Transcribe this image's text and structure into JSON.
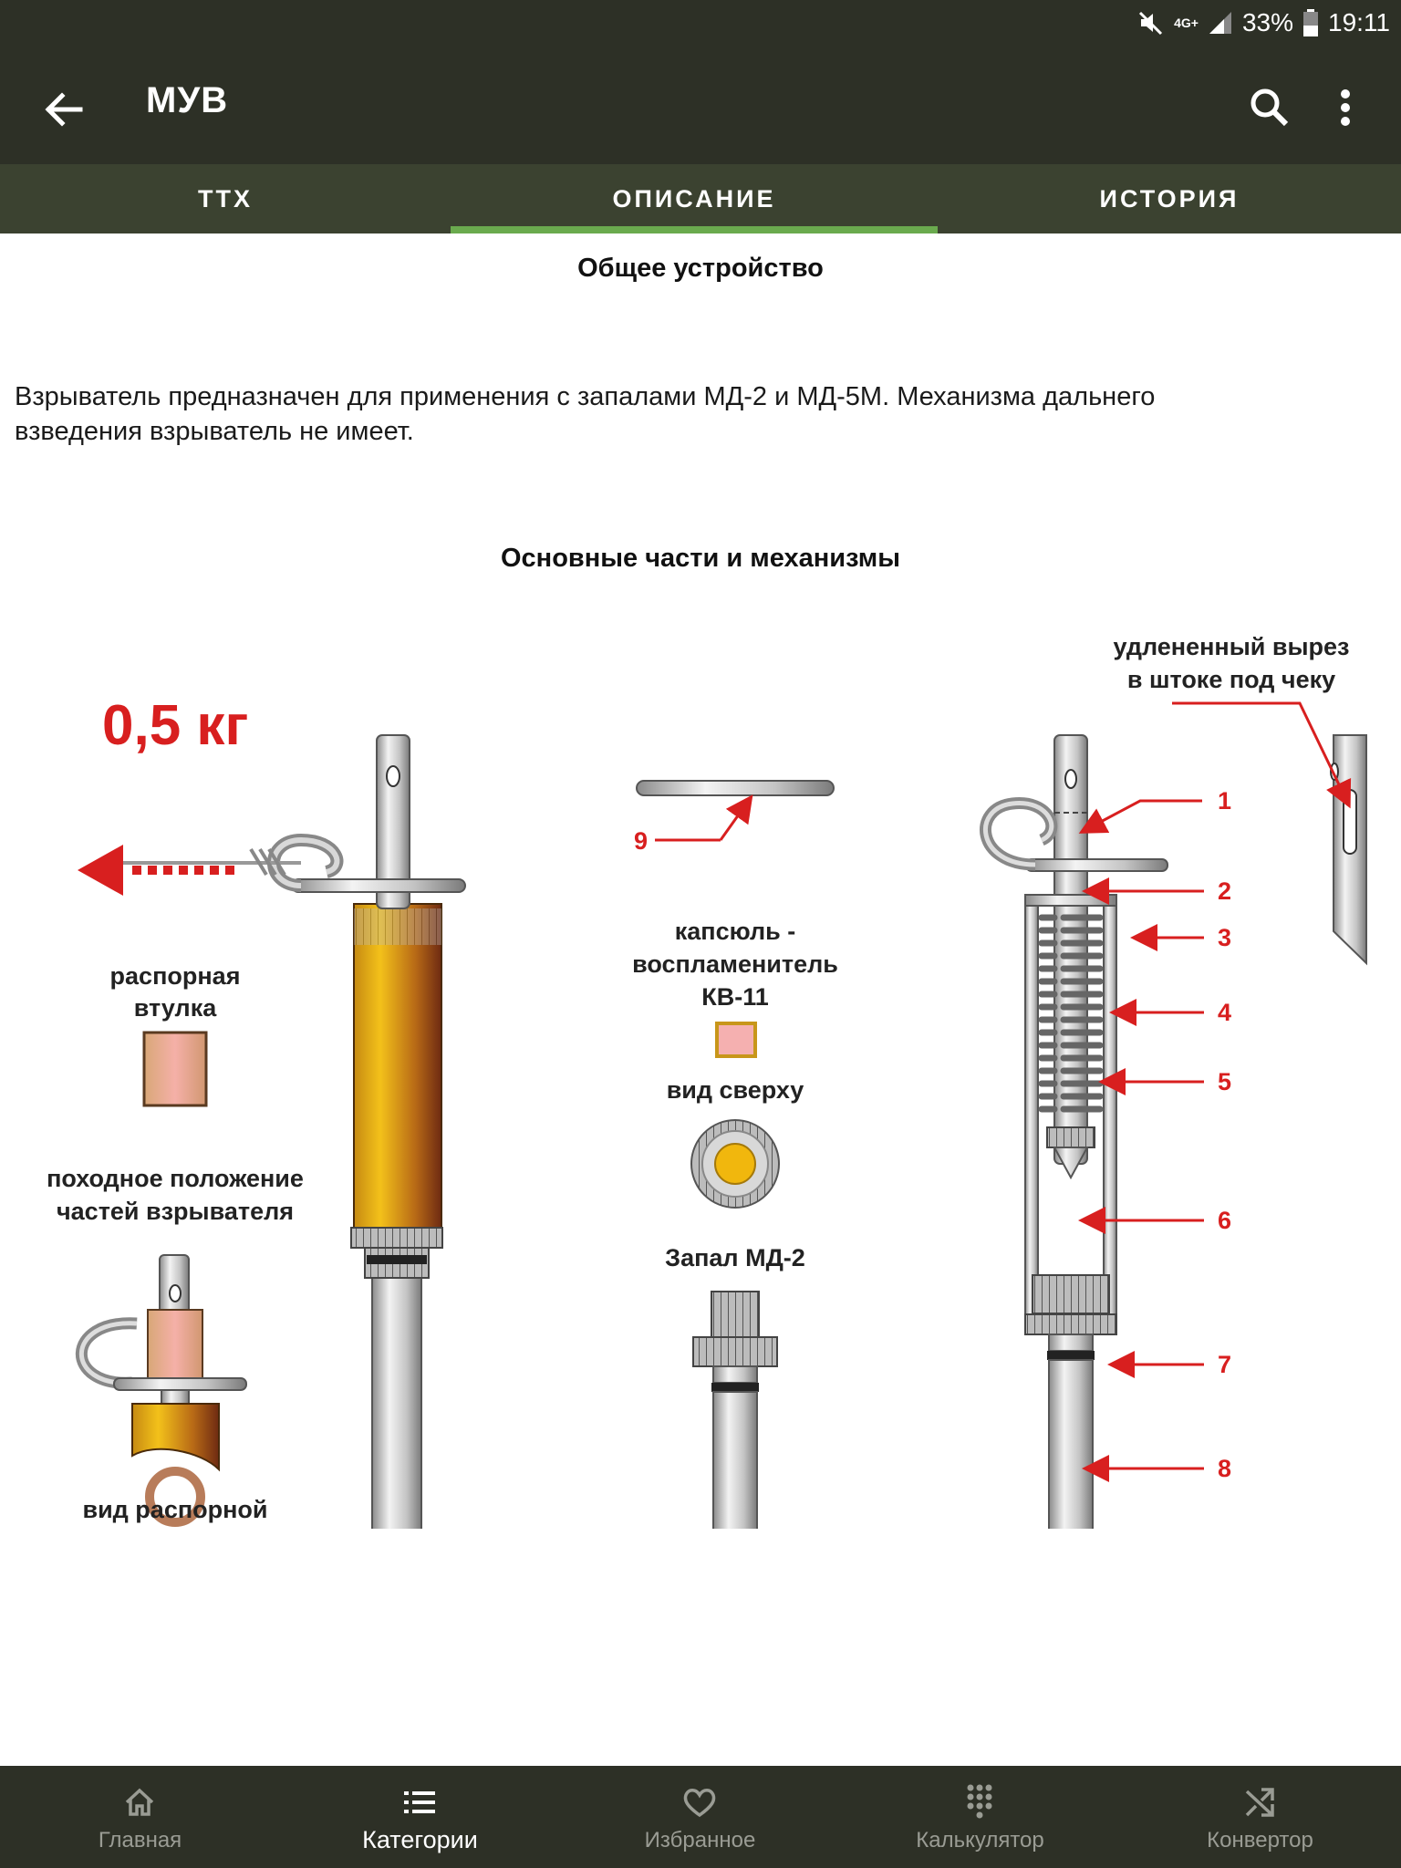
{
  "status": {
    "battery": "33%",
    "time": "19:11",
    "network": "4G+"
  },
  "appbar": {
    "title": "МУВ"
  },
  "tabs": [
    {
      "label": "ТТХ"
    },
    {
      "label": "ОПИСАНИЕ",
      "active": true
    },
    {
      "label": "ИСТОРИЯ"
    }
  ],
  "content": {
    "heading1": "Общее устройство",
    "paragraph_line1": "Взрыватель предназначен для применения с запалами МД-2 и МД-5М. Механизма дальнего",
    "paragraph_line2": "взведения взрыватель не имеет.",
    "heading2": "Основные части и механизмы"
  },
  "figure": {
    "force": "0,5 кг",
    "spacer_label_1": "распорная",
    "spacer_label_2": "втулка",
    "travel_label_1": "походное положение",
    "travel_label_2": "частей взрывателя",
    "spacer_view": "вид распорной",
    "capsule_1": "капсюль -",
    "capsule_2": "воспламенитель",
    "capsule_3": "КВ-11",
    "top_view": "вид сверху",
    "fuse": "Запал МД-2",
    "cutout_1": "удлененный вырез",
    "cutout_2": "в штоке под чеку",
    "num_9": "9",
    "nums": [
      "1",
      "2",
      "3",
      "4",
      "5",
      "6",
      "7",
      "8"
    ]
  },
  "bottom_nav": [
    {
      "label": "Главная",
      "icon": "home-icon"
    },
    {
      "label": "Категории",
      "icon": "list-icon",
      "active": true
    },
    {
      "label": "Избранное",
      "icon": "heart-icon"
    },
    {
      "label": "Калькулятор",
      "icon": "dialpad-icon"
    },
    {
      "label": "Конвертор",
      "icon": "shuffle-icon"
    }
  ]
}
